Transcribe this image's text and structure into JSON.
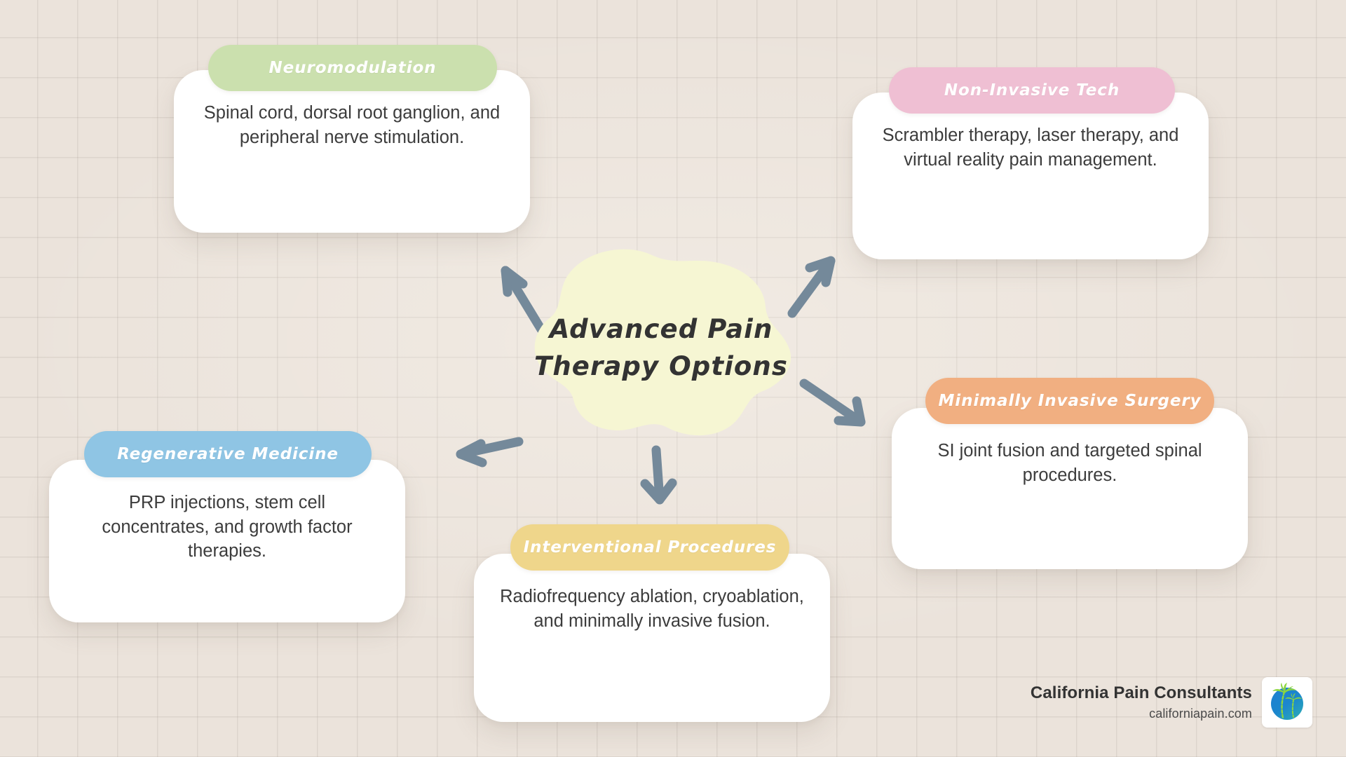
{
  "canvas": {
    "background_color": "#EBE3DB",
    "grid_line_color": "#AAA096",
    "title_blob_color": "#F6F6D3",
    "arrow_color": "#74899A"
  },
  "center": {
    "title_line_1": "Advanced Pain",
    "title_line_2": "Therapy Options"
  },
  "cards": [
    {
      "key": "neuromodulation",
      "title": "Neuromodulation",
      "body": "Spinal cord, dorsal root ganglion, and peripheral nerve stimulation.",
      "pill_color": "#CBE0AE"
    },
    {
      "key": "non-invasive-tech",
      "title": "Non-Invasive Tech",
      "body": "Scrambler therapy, laser therapy, and virtual reality pain management.",
      "pill_color": "#EFBFD3"
    },
    {
      "key": "minimally-invasive-surgery",
      "title": "Minimally Invasive Surgery",
      "body": "SI joint fusion and targeted spinal procedures.",
      "pill_color": "#F1AF81"
    },
    {
      "key": "interventional-procedures",
      "title": "Interventional Procedures",
      "body": "Radiofrequency ablation, cryoablation, and minimally invasive fusion.",
      "pill_color": "#EFD68B"
    },
    {
      "key": "regenerative-medicine",
      "title": "Regenerative Medicine",
      "body": "PRP injections, stem cell concentrates, and growth factor therapies.",
      "pill_color": "#8FC5E4"
    }
  ],
  "brand": {
    "name": "California Pain Consultants",
    "url": "californiapain.com",
    "logo_icon": "palm-trees-globe-icon"
  }
}
